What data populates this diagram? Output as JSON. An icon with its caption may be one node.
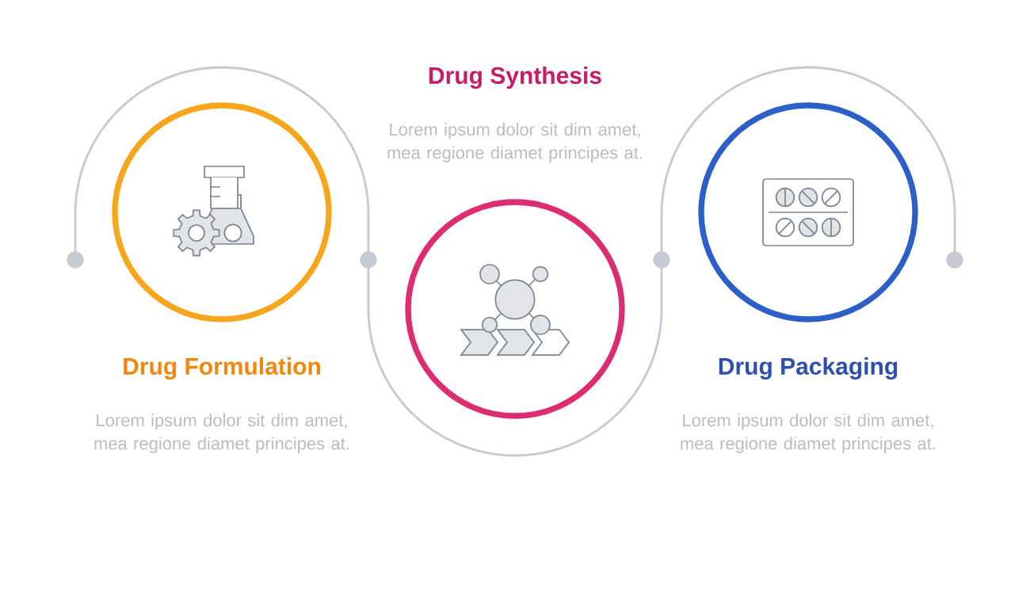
{
  "diagram": {
    "nodes": [
      {
        "text": [
          "Drug Formulation",
          "Lorem ipsum dolor sit dim amet, mea regione diamet principes at."
        ]
      },
      {
        "text": [
          "Drug Synthesis",
          "Lorem ipsum dolor sit dim amet, mea regione diamet principes at."
        ]
      },
      {
        "text": [
          "Drug Packaging",
          "Lorem ipsum dolor sit dim amet, mea regione diamet principes at."
        ]
      }
    ]
  }
}
